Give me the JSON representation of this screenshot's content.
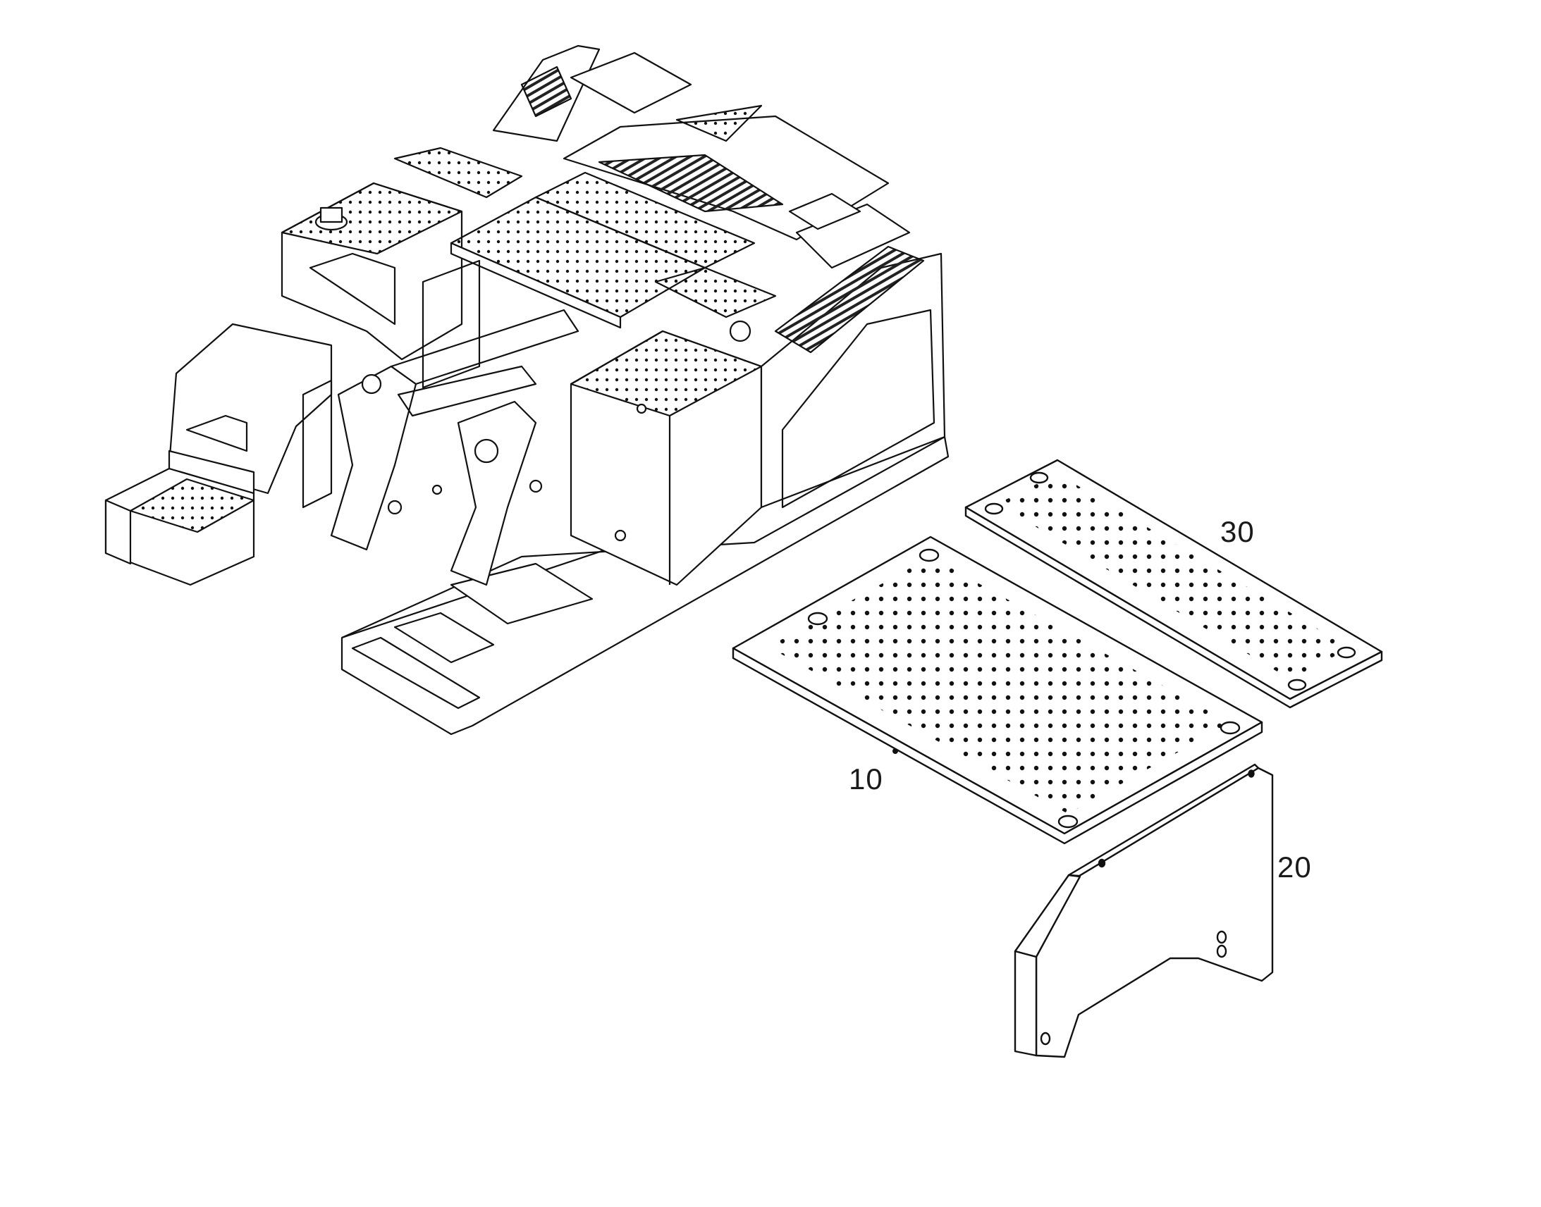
{
  "callouts": {
    "panel_10": "10",
    "panel_20": "20",
    "panel_30": "30"
  }
}
